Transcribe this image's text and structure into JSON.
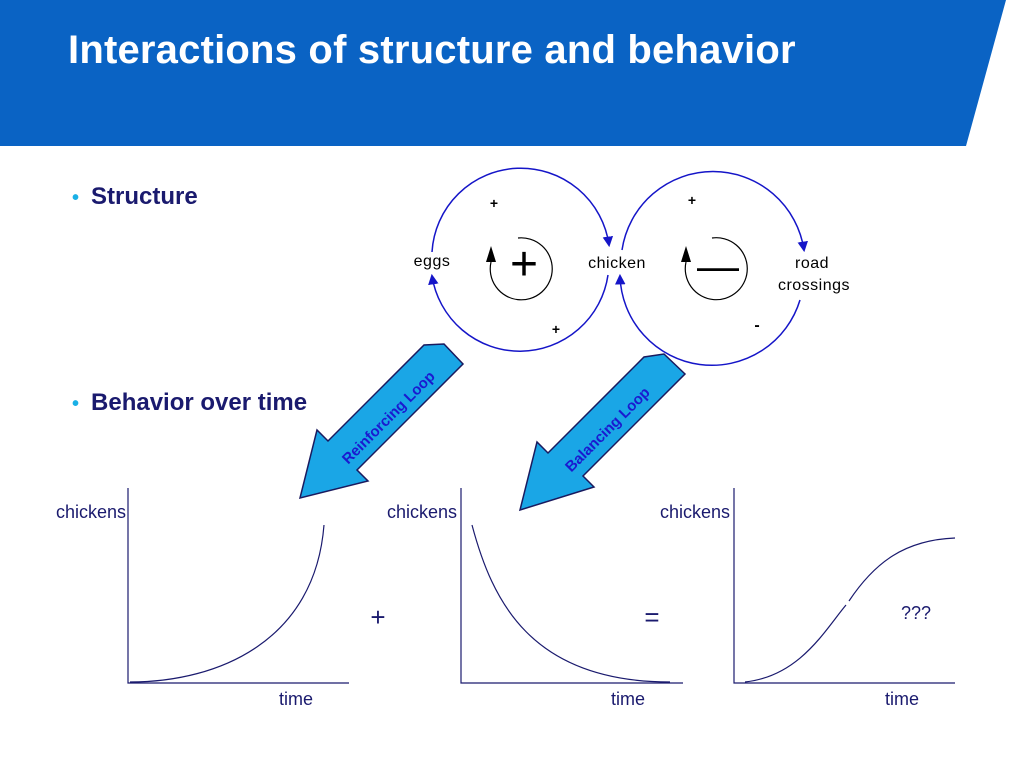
{
  "slide": {
    "title": "Interactions of structure and behavior",
    "bullets": [
      "Structure",
      "Behavior over time"
    ],
    "bullet_glyph": "•"
  },
  "diagram": {
    "nodes": {
      "eggs": "eggs",
      "chicken": "chicken",
      "road_line1": "road",
      "road_line2": "crossings"
    },
    "reinforcing_loop": {
      "symbol": "+",
      "polarities": [
        "+",
        "+"
      ],
      "label": "Reinforcing Loop"
    },
    "balancing_loop": {
      "symbol": "—",
      "polarities": [
        "+",
        "-"
      ],
      "label": "Balancing Loop"
    }
  },
  "graphs": [
    {
      "ylabel": "chickens",
      "xlabel": "time",
      "curve": "exponential growth"
    },
    {
      "ylabel": "chickens",
      "xlabel": "time",
      "curve": "exponential decay"
    },
    {
      "ylabel": "chickens",
      "xlabel": "time",
      "curve": "s-shaped growth",
      "annotation": "???"
    }
  ],
  "operators": {
    "plus": "+",
    "equals": "="
  },
  "colors": {
    "header": "#0a63c4",
    "loop_line": "#1515c8",
    "arrow_fill": "#1aa6e6",
    "arrow_text": "#1a1ad0",
    "text_dark": "#1a1a6e",
    "bullet": "#1ab0e6"
  }
}
